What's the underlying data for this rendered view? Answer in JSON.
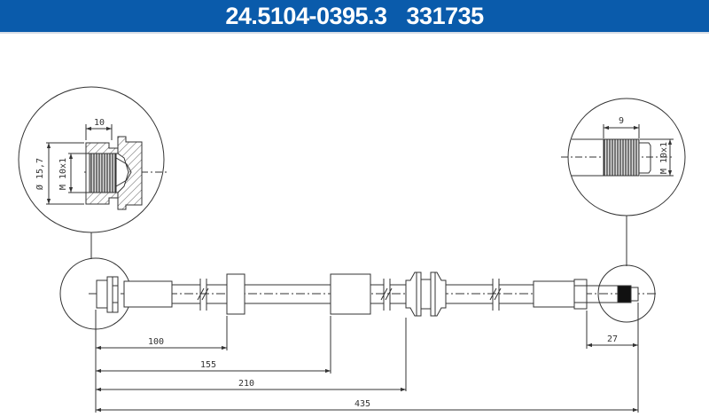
{
  "header": {
    "part_number": "24.5104-0395.3",
    "reference_number": "331735",
    "background_color": "#0a5bab",
    "text_color": "#ffffff"
  },
  "detail_left": {
    "label": "left-fitting-detail",
    "width_dim": "10",
    "outer_diameter_dim": "Ø 15,7",
    "thread_dim": "M 10x1"
  },
  "detail_right": {
    "label": "right-fitting-detail",
    "width_dim": "9",
    "thread_dim": "M 10x1"
  },
  "dimensions": {
    "d100": "100",
    "d155": "155",
    "d210": "210",
    "d435": "435",
    "d27": "27"
  },
  "colors": {
    "line": "#333333",
    "hatch": "#555555"
  }
}
